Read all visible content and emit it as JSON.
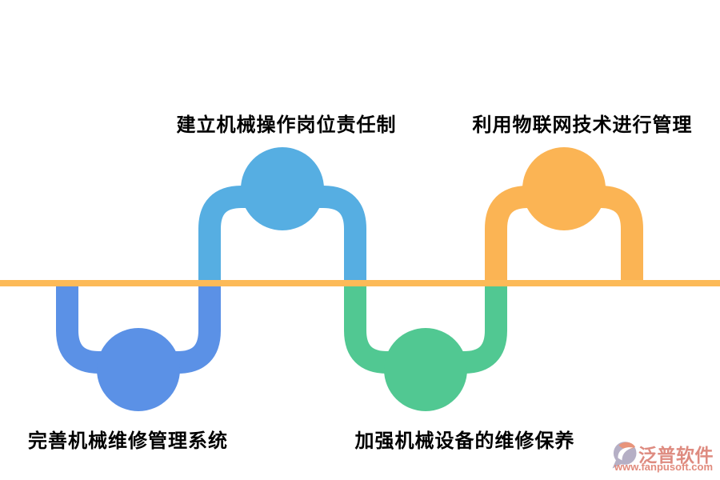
{
  "diagram": {
    "timeline_color": "#FCBA58",
    "steps": [
      {
        "label": "建立机械操作岗位责任制",
        "color": "#56AEE2",
        "side": "top"
      },
      {
        "label": "利用物联网技术进行管理",
        "color": "#FBB454",
        "side": "top"
      },
      {
        "label": "完善机械维修管理系统",
        "color": "#5B91E6",
        "side": "bottom"
      },
      {
        "label": "加强机械设备的维修保养",
        "color": "#51C892",
        "side": "bottom"
      }
    ]
  },
  "watermark": {
    "brand": "泛普软件",
    "url": "www.fanpusoft.com",
    "text_color": "#DE8B80",
    "logo_icon": "fanpu-leaf-logo",
    "logo_colors": {
      "disc": "#B5AFC5",
      "leaf": "#E8947B"
    }
  }
}
